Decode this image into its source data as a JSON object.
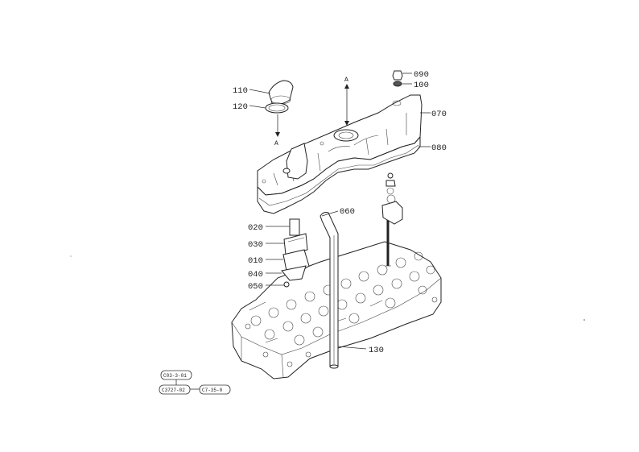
{
  "diagram": {
    "callouts": {
      "p010": "010",
      "p020": "020",
      "p030": "030",
      "p040": "040",
      "p050": "050",
      "p060": "060",
      "p070": "070",
      "p080": "080",
      "p090": "090",
      "p100": "100",
      "p110": "110",
      "p120": "120",
      "p130": "130"
    },
    "view_markers": {
      "top": "A",
      "left": "A"
    },
    "reference_boxes": {
      "top": "C03-3-01",
      "left": "C3727-02",
      "right": "C7-35-0"
    }
  }
}
